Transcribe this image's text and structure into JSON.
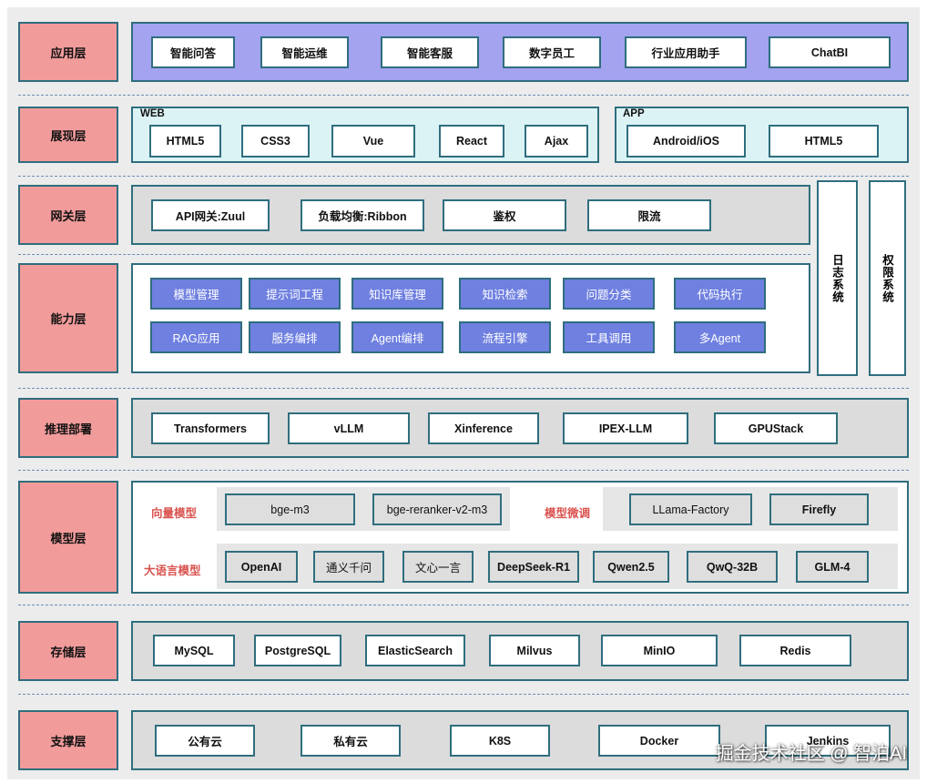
{
  "layers": {
    "app": "应用层",
    "presentation": "展现层",
    "gateway": "网关层",
    "capability": "能力层",
    "inference": "推理部署",
    "model": "模型层",
    "storage": "存储层",
    "support": "支撑层"
  },
  "app_items": [
    "智能问答",
    "智能运维",
    "智能客服",
    "数字员工",
    "行业应用助手",
    "ChatBI"
  ],
  "presentation": {
    "web_label": "WEB",
    "web_items": [
      "HTML5",
      "CSS3",
      "Vue",
      "React",
      "Ajax"
    ],
    "app_label": "APP",
    "app_items": [
      "Android/iOS",
      "HTML5"
    ]
  },
  "gateway_items": [
    "API网关:Zuul",
    "负载均衡:Ribbon",
    "鉴权",
    "限流"
  ],
  "side_systems": [
    "日志系统",
    "权限系统"
  ],
  "capability_row1": [
    "模型管理",
    "提示词工程",
    "知识库管理",
    "知识检索",
    "问题分类",
    "代码执行"
  ],
  "capability_row2": [
    "RAG应用",
    "服务编排",
    "Agent编排",
    "流程引擎",
    "工具调用",
    "多Agent"
  ],
  "inference_items": [
    "Transformers",
    "vLLM",
    "Xinference",
    "IPEX-LLM",
    "GPUStack"
  ],
  "model": {
    "vector_label": "向量模型",
    "vector_items": [
      "bge-m3",
      "bge-reranker-v2-m3"
    ],
    "finetune_label": "模型微调",
    "finetune_items": [
      "LLama-Factory",
      "Firefly"
    ],
    "llm_label": "大语言模型",
    "llm_items": [
      "OpenAI",
      "通义千问",
      "文心一言",
      "DeepSeek-R1",
      "Qwen2.5",
      "QwQ-32B",
      "GLM-4"
    ]
  },
  "storage_items": [
    "MySQL",
    "PostgreSQL",
    "ElasticSearch",
    "Milvus",
    "MinIO",
    "Redis"
  ],
  "support_items": [
    "公有云",
    "私有云",
    "K8S",
    "Docker",
    "Jenkins"
  ],
  "watermark": "掘金技术社区 @ 智泊AI",
  "colors": {
    "layer_label_bg": "#f29b9b",
    "border": "#2f6e7e",
    "app_panel": "#a3a3f0",
    "presentation_panel": "#dcf3f5",
    "capability_button": "#6f80e0",
    "model_subtitle": "#d9534f"
  }
}
